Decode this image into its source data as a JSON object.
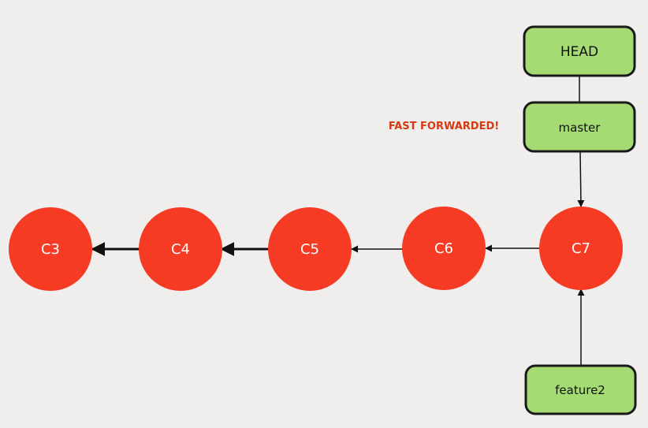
{
  "commits": [
    "C3",
    "C4",
    "C5",
    "C6",
    "C7"
  ],
  "refs": {
    "head": "HEAD",
    "master": "master",
    "feature2": "feature2"
  },
  "note": "FAST FORWARDED!",
  "colors": {
    "background": "#efeeed",
    "commit": "#f63b24",
    "ref_fill": "#a5db73",
    "ref_stroke": "#1a1a1a",
    "note": "#d43a10",
    "edge": "#111111"
  }
}
